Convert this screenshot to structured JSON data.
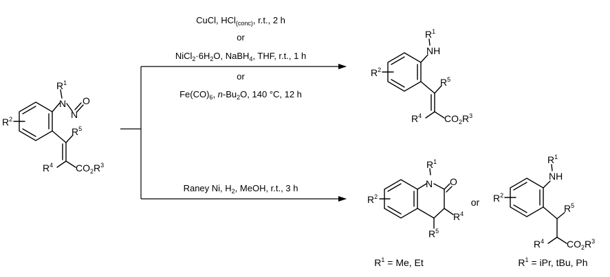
{
  "conditions": {
    "upper": {
      "line1": {
        "a": "CuCl, HCl",
        "a_sub": "(conc)",
        "b": ", r.t., 2 h"
      },
      "or1": "or",
      "line2": {
        "a": "NiCl",
        "a_sub": "2",
        "b": "·6H",
        "b_sub": "2",
        "c": "O, NaBH",
        "c_sub": "4",
        "d": ", THF, r.t., 1 h"
      },
      "or2": "or",
      "line3": {
        "a": "Fe(CO)",
        "a_sub": "6",
        "b": ", ",
        "b_it": "n",
        "c": "-Bu",
        "c_sub": "2",
        "d": "O, 140 °C, 12 h"
      }
    },
    "lower": {
      "a": "Raney Ni, H",
      "a_sub": "2",
      "b": ", MeOH, r.t., 3 h"
    }
  },
  "substrate": {
    "R1": {
      "base": "R",
      "sup": "1"
    },
    "N": "N",
    "N2": "N",
    "O": "O",
    "R2": {
      "base": "R",
      "sup": "2"
    },
    "R5": {
      "base": "R",
      "sup": "5"
    },
    "R4": {
      "base": "R",
      "sup": "4"
    },
    "ester": {
      "a": "CO",
      "sub": "2",
      "b": "R",
      "sup": "3"
    }
  },
  "product_upper": {
    "R1": {
      "base": "R",
      "sup": "1"
    },
    "NH": "NH",
    "R2": {
      "base": "R",
      "sup": "2"
    },
    "R5": {
      "base": "R",
      "sup": "5"
    },
    "R4": {
      "base": "R",
      "sup": "4"
    },
    "ester": {
      "a": "CO",
      "sub": "2",
      "b": "R",
      "sup": "3"
    }
  },
  "product_lower_a": {
    "R1": {
      "base": "R",
      "sup": "1"
    },
    "N": "N",
    "O": "O",
    "R2": {
      "base": "R",
      "sup": "2"
    },
    "R4": {
      "base": "R",
      "sup": "4"
    },
    "R5": {
      "base": "R",
      "sup": "5"
    },
    "caption": {
      "base": "R",
      "sup": "1",
      "rest": " = Me, Et"
    }
  },
  "connector": "or",
  "product_lower_b": {
    "R1": {
      "base": "R",
      "sup": "1"
    },
    "NH": "NH",
    "R2": {
      "base": "R",
      "sup": "2"
    },
    "R5": {
      "base": "R",
      "sup": "5"
    },
    "R4": {
      "base": "R",
      "sup": "4"
    },
    "ester": {
      "a": "CO",
      "sub": "2",
      "b": "R",
      "sup": "3"
    },
    "caption": {
      "base": "R",
      "sup": "1",
      "rest": " = iPr, tBu, Ph"
    }
  }
}
